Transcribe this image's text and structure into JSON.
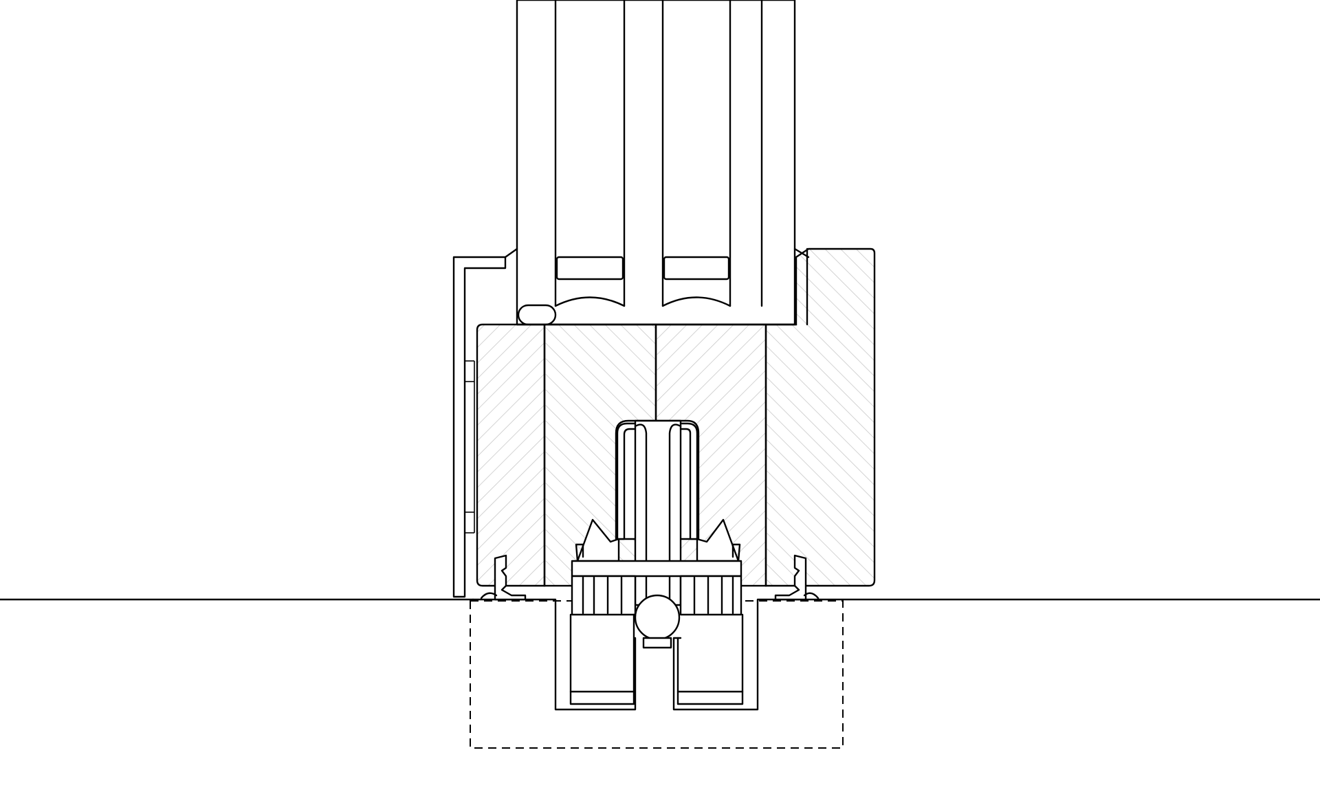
{
  "drawing": {
    "type": "technical-section",
    "colors": {
      "line": "#000000",
      "hatch": "#c8c8c8",
      "background": "#ffffff"
    },
    "parts": [
      "glazing-panel",
      "sash-frame",
      "timber-frame-blocks",
      "aluminium-cladding",
      "floor-channel",
      "guide-wheel",
      "floor-seals",
      "floor-recess"
    ]
  }
}
